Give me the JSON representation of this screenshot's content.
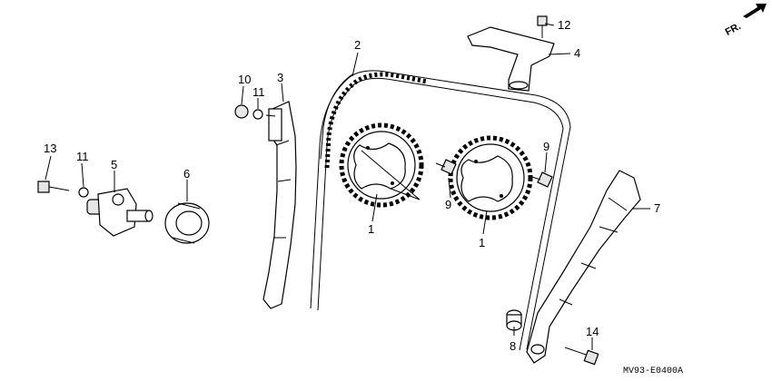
{
  "diagram": {
    "direction_label": "FR.",
    "diagram_code": "MV93-E0400A",
    "callouts": {
      "sprocket_left": "1",
      "sprocket_right": "1",
      "cam_chain": "2",
      "chain_guide": "3",
      "guide_bracket": "4",
      "tensioner": "5",
      "tensioner_gasket": "6",
      "tensioner_slipper": "7",
      "collar": "8",
      "bolt_sprocket_left": "9",
      "bolt_sprocket_right": "9",
      "washer_bolt": "10",
      "washer_top": "11",
      "washer_left": "11",
      "bolt_bracket": "12",
      "bolt_tensioner": "13",
      "bolt_slipper": "14"
    }
  }
}
